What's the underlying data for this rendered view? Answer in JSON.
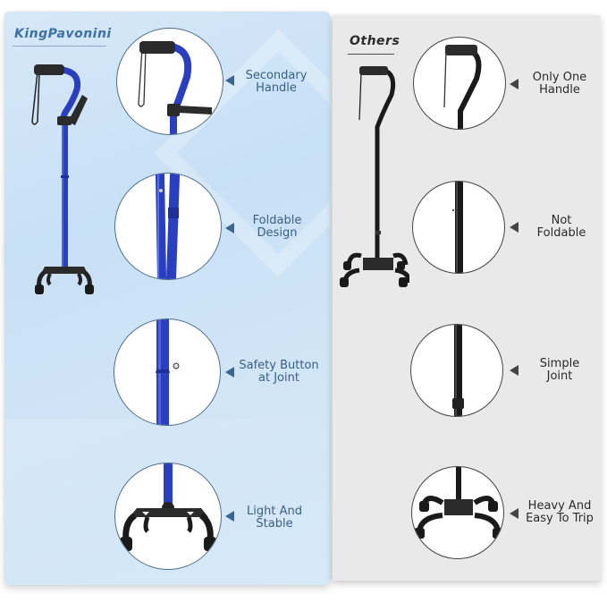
{
  "comparison": {
    "left": {
      "brand": "KingPavonini",
      "accent_color": "#2a3fbf",
      "features": [
        {
          "label": "Secondary\nHandle",
          "icon": "cane-handle-with-secondary-grip"
        },
        {
          "label": "Foldable\nDesign",
          "icon": "folding-shaft"
        },
        {
          "label": "Safety Button\nat Joint",
          "icon": "shaft-safety-button"
        },
        {
          "label": "Light And\nStable",
          "icon": "quad-base"
        }
      ]
    },
    "right": {
      "brand": "Others",
      "accent_color": "#1a1a1a",
      "features": [
        {
          "label": "Only One\nHandle",
          "icon": "cane-handle-single"
        },
        {
          "label": "Not\nFoldable",
          "icon": "straight-shaft"
        },
        {
          "label": "Simple\nJoint",
          "icon": "simple-joint"
        },
        {
          "label": "Heavy And\nEasy To Trip",
          "icon": "heavy-quad-base"
        }
      ]
    }
  }
}
